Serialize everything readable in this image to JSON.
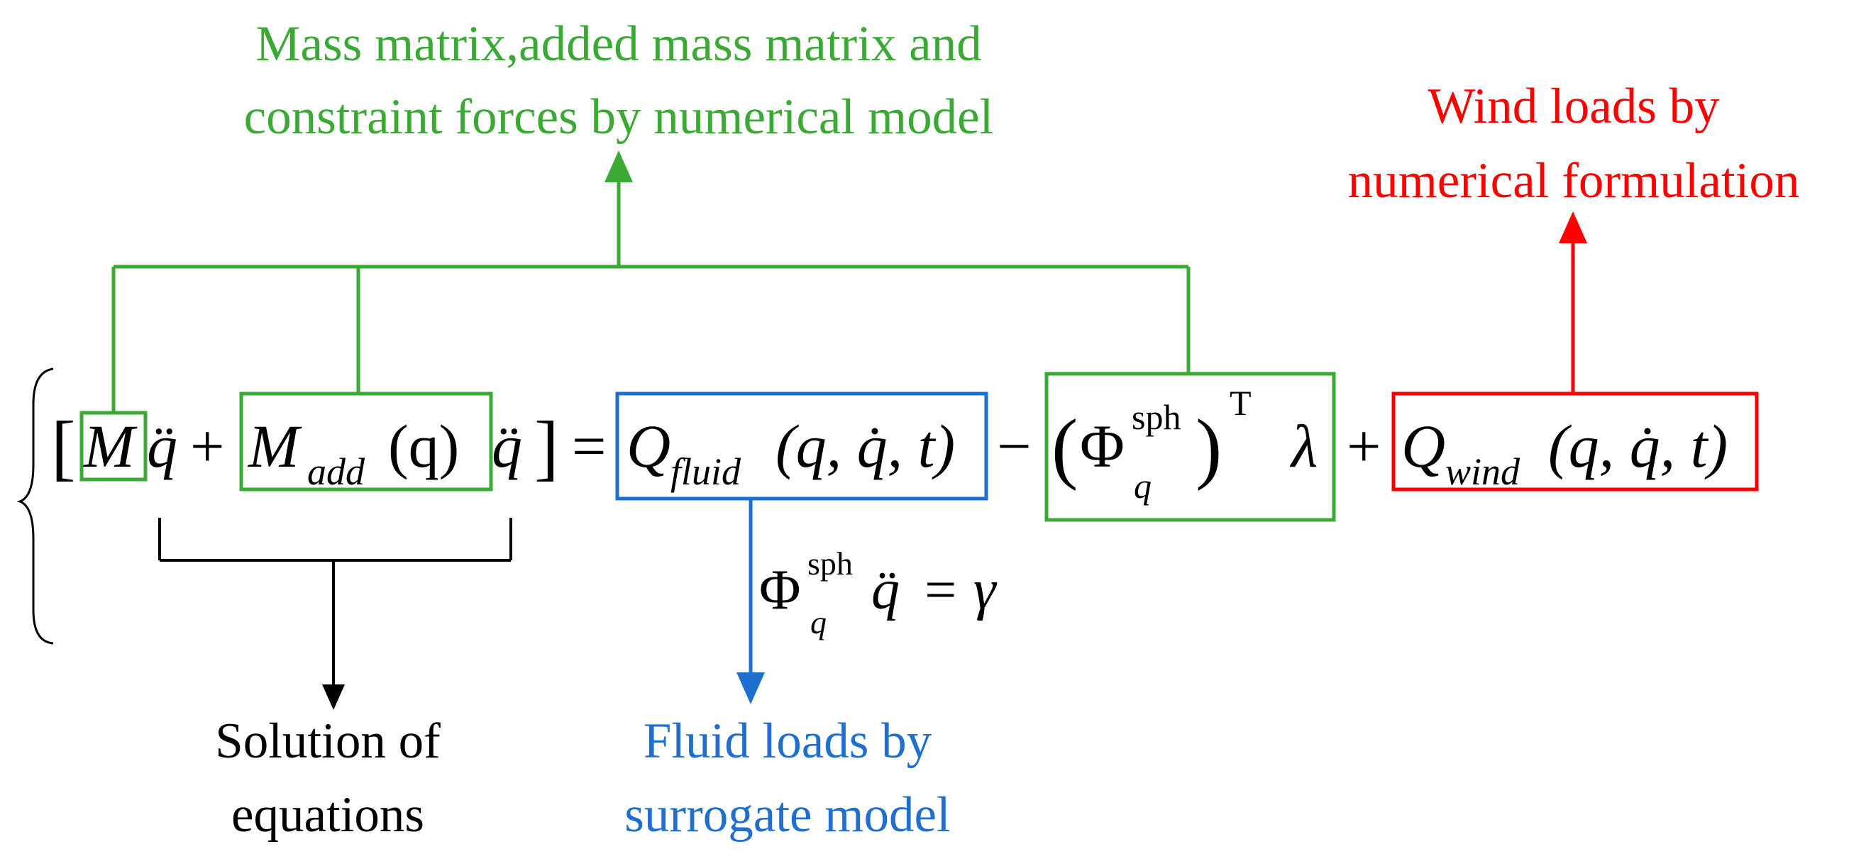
{
  "labels": {
    "green_top": [
      "Mass matrix,added mass matrix and",
      "constraint forces by numerical model"
    ],
    "red_top": [
      "Wind loads by",
      "numerical formulation"
    ],
    "black_bottom": [
      "Solution of",
      "equations"
    ],
    "blue_bottom": [
      "Fluid loads by",
      "surrogate model"
    ]
  },
  "equation": {
    "M": "M",
    "qdd": "q̈",
    "plus": "+",
    "M_add": "M",
    "add_sub": "add",
    "q_arg": "(q)",
    "equals": "=",
    "Q": "Q",
    "fluid_sub": "fluid",
    "args_qqt": "(q, q̇, t)",
    "minus": "−",
    "Phi": "Φ",
    "sph": "sph",
    "q_sub": "q",
    "T": "T",
    "lambda": "λ",
    "wind_sub": "wind",
    "lbracket": "[",
    "rbracket": "]",
    "lparen": "(",
    "rparen": ")",
    "constraint_eq": "= γ"
  },
  "colors": {
    "green": "#3aaa35",
    "red": "#ff0000",
    "blue": "#1f6fd0",
    "black": "#000000"
  }
}
